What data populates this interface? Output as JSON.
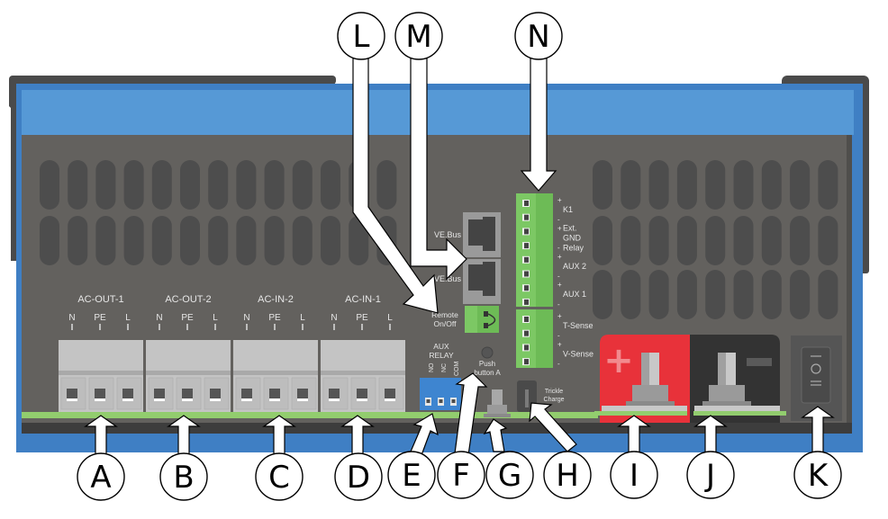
{
  "title": "Inverter/Charger connection overview",
  "colors": {
    "housing_blue": "#5699d6",
    "housing_blue_dark": "#3f7fc4",
    "panel_gray": "#63615e",
    "vent_gray": "#4d4d4d",
    "frame_dark": "#4a4a4a",
    "terminal_gray": "#c4c4c4",
    "terminal_green": "#7cc864",
    "green_strip": "#92cd6e",
    "relay_blue": "#3e85d0",
    "battery_positive_red": "#e8323a",
    "battery_negative_dark": "#333333"
  },
  "ac_terminals": [
    {
      "id": "ac-out-1",
      "label": "AC-OUT-1",
      "pins": [
        "N",
        "PE",
        "L"
      ],
      "callout": "A"
    },
    {
      "id": "ac-out-2",
      "label": "AC-OUT-2",
      "pins": [
        "N",
        "PE",
        "L"
      ],
      "callout": "B"
    },
    {
      "id": "ac-in-2",
      "label": "AC-IN-2",
      "pins": [
        "N",
        "PE",
        "L"
      ],
      "callout": "C"
    },
    {
      "id": "ac-in-1",
      "label": "AC-IN-1",
      "pins": [
        "N",
        "PE",
        "L"
      ],
      "callout": "D"
    }
  ],
  "aux_relay": {
    "title_line1": "AUX",
    "title_line2": "RELAY",
    "pins": [
      "NO",
      "NC",
      "COM"
    ],
    "callout": "E"
  },
  "push_button": {
    "line1": "Push",
    "line2": "button A",
    "callout": "F"
  },
  "ground_bolt": {
    "callout": "G"
  },
  "trickle_charge": {
    "line1": "Trickle",
    "line2": "Charge",
    "callout": "H"
  },
  "battery_positive": {
    "symbol": "+",
    "callout": "I"
  },
  "battery_negative": {
    "symbol": "−",
    "callout": "J"
  },
  "power_switch": {
    "symbols": [
      "I",
      "O",
      "="
    ],
    "callout": "K"
  },
  "remote_onoff": {
    "line1": "Remote",
    "line2": "On/Off",
    "callout": "L"
  },
  "ve_bus": {
    "ports": [
      "VE.Bus",
      "VE.Bus"
    ],
    "callout": "M"
  },
  "multi_terminal": {
    "callout": "N",
    "groups": [
      {
        "label_lines": [
          "K1"
        ],
        "pins": [
          "+",
          "-"
        ]
      },
      {
        "label_lines": [
          "Ext.",
          "GND",
          "Relay"
        ],
        "pins": [
          "+",
          "-"
        ]
      },
      {
        "label_lines": [
          "AUX 2"
        ],
        "pins": [
          "+",
          "-"
        ]
      },
      {
        "label_lines": [
          "AUX 1"
        ],
        "pins": [
          "+",
          "-"
        ]
      },
      {
        "label_lines": [
          "T-Sense"
        ],
        "pins": [
          "+",
          "-"
        ]
      },
      {
        "label_lines": [
          "V-Sense"
        ],
        "pins": [
          "+",
          "-"
        ]
      }
    ]
  },
  "callouts": [
    "A",
    "B",
    "C",
    "D",
    "E",
    "F",
    "G",
    "H",
    "I",
    "J",
    "K",
    "L",
    "M",
    "N"
  ]
}
